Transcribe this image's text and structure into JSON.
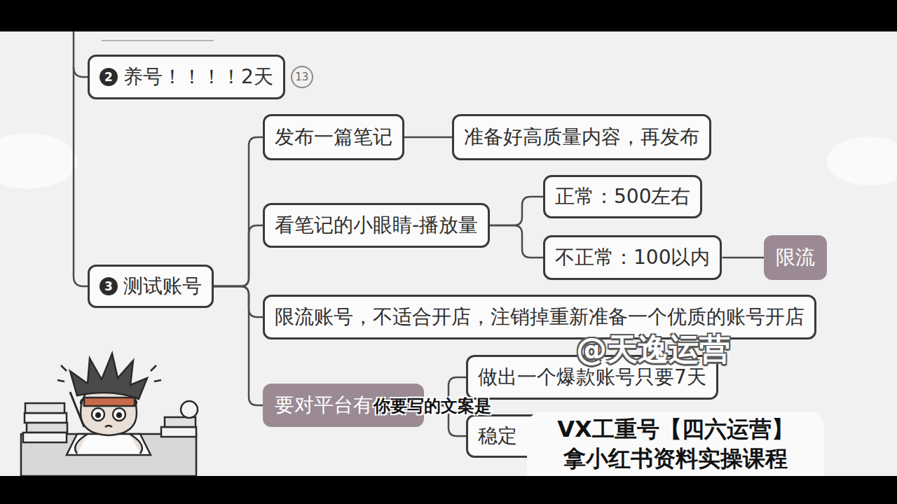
{
  "diagram": {
    "nodes": [
      {
        "text": [
          "养号！！！！2天"
        ]
      },
      {
        "text": [
          "测试账号"
        ]
      },
      {
        "text": [
          "发布一篇笔记"
        ]
      },
      {
        "text": [
          "准备好高质量内容，再发布"
        ]
      },
      {
        "text": [
          "看笔记的小眼睛-播放量"
        ]
      },
      {
        "text": [
          "正常：500左右"
        ]
      },
      {
        "text": [
          "不正常：100以内"
        ]
      },
      {
        "text": [
          "限流"
        ]
      },
      {
        "text": [
          "限流账号，不适合开店，注销掉重新准备一个优质的账号开店"
        ]
      },
      {
        "text": [
          "要对平台有"
        ]
      },
      {
        "text": [
          "做出一个爆款账号只要7天"
        ]
      },
      {
        "text": [
          "稳定"
        ]
      }
    ],
    "edges": [
      {
        "from": 1,
        "to": 2,
        "arrow": "none"
      },
      {
        "from": 1,
        "to": 4,
        "arrow": "none"
      },
      {
        "from": 1,
        "to": 8,
        "arrow": "none"
      },
      {
        "from": 1,
        "to": 9,
        "arrow": "none"
      },
      {
        "from": 2,
        "to": 3,
        "arrow": "none"
      },
      {
        "from": 4,
        "to": 5,
        "arrow": "none"
      },
      {
        "from": 4,
        "to": 6,
        "arrow": "none"
      },
      {
        "from": 6,
        "to": 7,
        "arrow": "none"
      },
      {
        "from": 9,
        "to": 10,
        "arrow": "none"
      },
      {
        "from": 9,
        "to": 11,
        "arrow": "none"
      }
    ],
    "labels": [
      "2",
      "13",
      "3",
      "@天逸运营",
      "你要写的文案是",
      "VX工重号【四六运营】",
      "拿小红书资料实操课程"
    ]
  }
}
